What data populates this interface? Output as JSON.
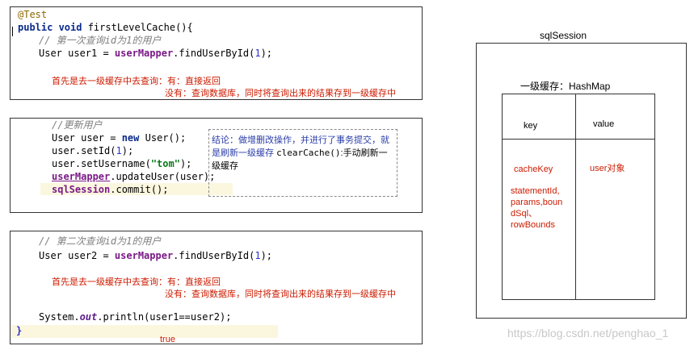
{
  "block1": {
    "annotation": "@Test",
    "signature_kw": "public void",
    "signature_name": " firstLevelCache(){",
    "comment": "// 第一次查询id为1的用户",
    "line_type": "User user1 = ",
    "line_obj": "userMapper",
    "line_call": ".findUserById(",
    "line_arg": "1",
    "line_end": ");",
    "note_line1": "首先是去一级缓存中去查询：有：直接返回",
    "note_line2": "没有：查询数据库，同时将查询出来的结果存到一级缓存中"
  },
  "block2": {
    "comment": "//更新用户",
    "l1_a": "User user = ",
    "l1_kw": "new",
    "l1_b": " User();",
    "l2_a": "user.setId(",
    "l2_num": "1",
    "l2_b": ");",
    "l3_a": "user.setUsername(",
    "l3_str": "\"tom\"",
    "l3_b": ");",
    "l4_obj": "userMapper",
    "l4_b": ".updateUser(user);",
    "l5_obj": "sqlSession",
    "l5_b": ".commit();",
    "conclusion_a": "结论：做增删改操作，并进行了事务提交，就",
    "conclusion_b": "是刷新一级缓存 ",
    "conclusion_code": "clearCache()",
    "conclusion_c": ":手动刷新一",
    "conclusion_d": "级缓存"
  },
  "block3": {
    "comment": "// 第二次查询id为1的用户",
    "line_type": "User user2 = ",
    "line_obj": "userMapper",
    "line_call": ".findUserById(",
    "line_arg": "1",
    "line_end": ");",
    "note_line1": "首先是去一级缓存中去查询：有：直接返回",
    "note_line2": "没有：查询数据库，同时将查询出来的结果存到一级缓存中",
    "print_a": "System.",
    "print_out": "out",
    "print_b": ".println(user1==user2);",
    "close_brace": "}",
    "result": "true"
  },
  "session": {
    "title": "sqlSession",
    "cache_label": "一级缓存：HashMap",
    "col_key": "key",
    "col_value": "value",
    "key_label": "cacheKey",
    "key_parts": [
      "statementId,",
      "params,boun",
      "dSql、",
      "rowBounds"
    ],
    "value_label": "user对象"
  },
  "watermark": "https://blog.csdn.net/penghao_1",
  "colors": {
    "annotation_red": "#cc1b00",
    "keyword_blue": "#0b2a8a",
    "method_purple": "#7a1a86",
    "conclusion_blue": "#2b3ea8"
  }
}
